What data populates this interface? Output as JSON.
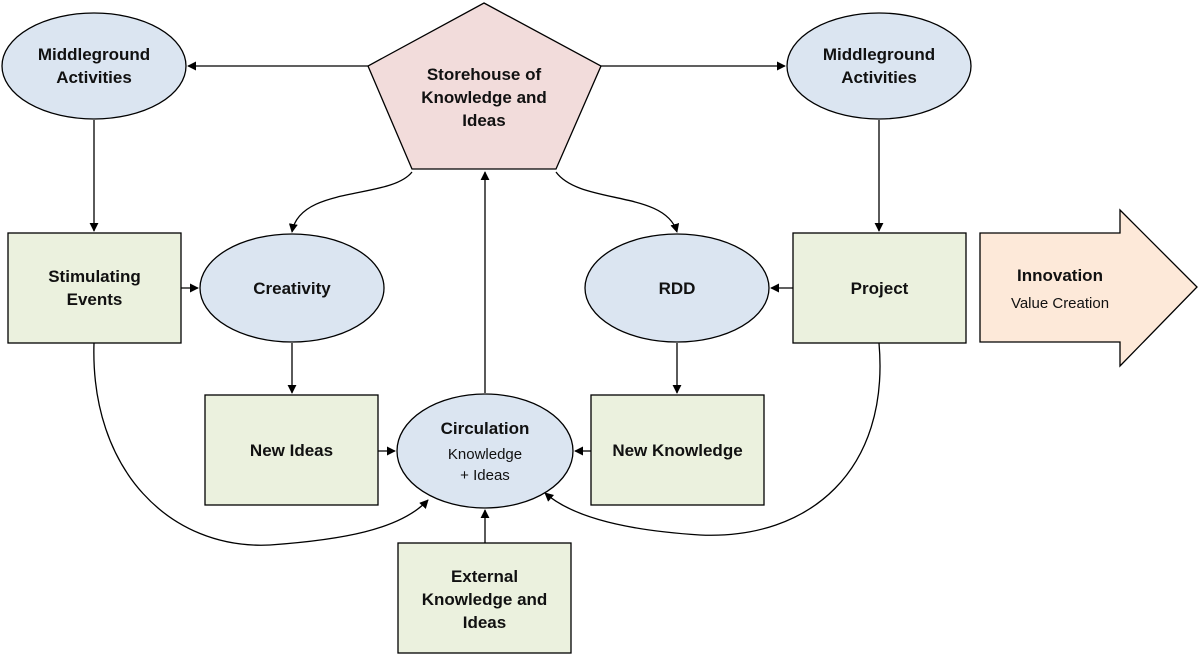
{
  "nodes": {
    "middleground_left": "Middleground\nActivities",
    "middleground_right": "Middleground\nActivities",
    "storehouse": "Storehouse of\nKnowledge and\nIdeas",
    "stimulating_events": "Stimulating\nEvents",
    "creativity": "Creativity",
    "rdd": "RDD",
    "project": "Project",
    "innovation_title": "Innovation",
    "innovation_sub": "Value Creation",
    "new_ideas": "New Ideas",
    "circulation_title": "Circulation",
    "circulation_sub": "Knowledge\n+ Ideas",
    "new_knowledge": "New Knowledge",
    "external": "External\nKnowledge and\nIdeas"
  },
  "colors": {
    "ellipse_fill": "#dbe5f1",
    "box_fill": "#ebf1de",
    "pentagon_fill": "#f2dcdb",
    "arrow_fill": "#fde9d9",
    "stroke": "#000000"
  }
}
